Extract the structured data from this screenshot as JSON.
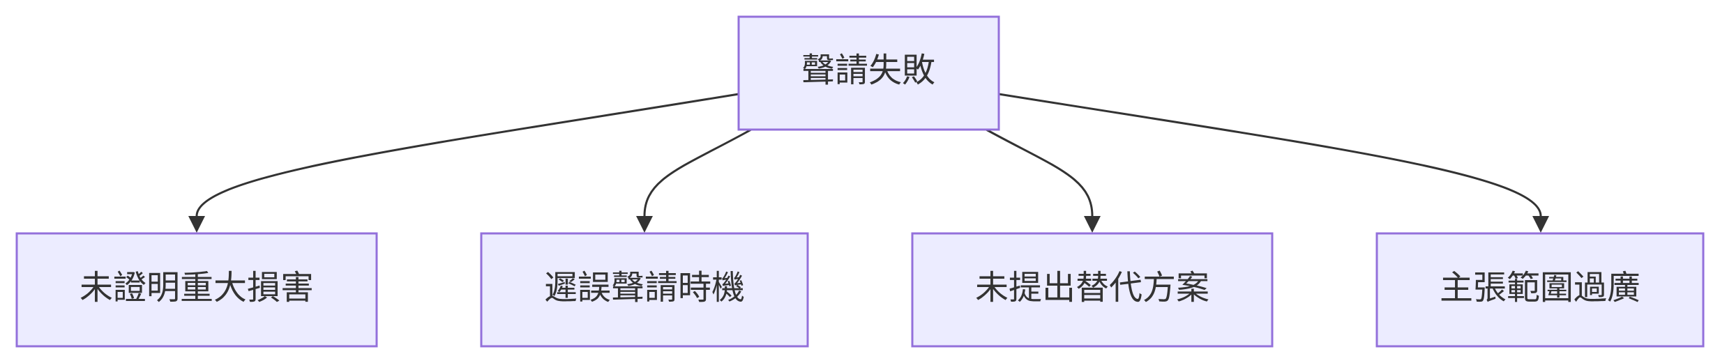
{
  "diagram": {
    "root": {
      "label": "聲請失敗"
    },
    "children": [
      {
        "label": "未證明重大損害"
      },
      {
        "label": "遲誤聲請時機"
      },
      {
        "label": "未提出替代方案"
      },
      {
        "label": "主張範圍過廣"
      }
    ],
    "colors": {
      "node_fill": "#ECECFF",
      "node_border": "#9370DB",
      "edge": "#333333",
      "text": "#333333"
    }
  }
}
